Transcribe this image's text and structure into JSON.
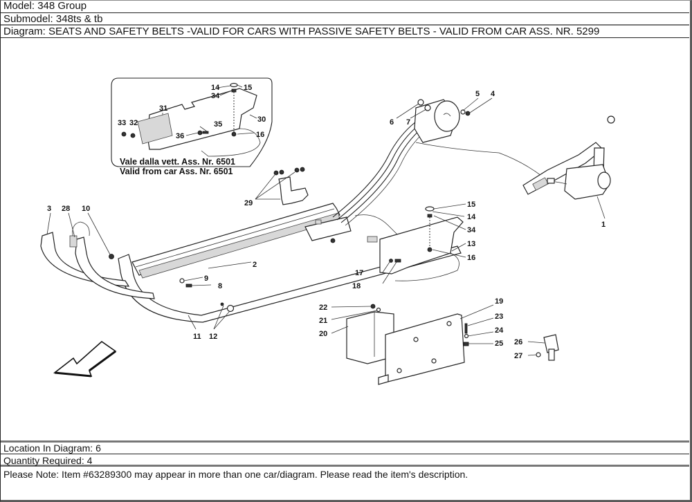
{
  "header": {
    "model": "Model: 348 Group",
    "submodel": "Submodel: 348ts & tb",
    "diagram": "Diagram: SEATS AND SAFETY BELTS -VALID FOR CARS WITH PASSIVE SAFETY BELTS - VALID FROM CAR ASS. NR. 5299"
  },
  "diagram": {
    "inset_note_it": "Vale dalla vett. Ass. Nr. 6501",
    "inset_note_en": "Valid from car Ass. Nr. 6501",
    "callouts": {
      "c1": "1",
      "c2": "2",
      "c3": "3",
      "c4": "4",
      "c5": "5",
      "c6": "6",
      "c7": "7",
      "c8": "8",
      "c9": "9",
      "c10": "10",
      "c11": "11",
      "c12": "12",
      "c13": "13",
      "c14a": "14",
      "c14b": "14",
      "c15a": "15",
      "c15b": "15",
      "c16a": "16",
      "c16b": "16",
      "c17": "17",
      "c18": "18",
      "c19": "19",
      "c20": "20",
      "c21": "21",
      "c22": "22",
      "c23": "23",
      "c24": "24",
      "c25": "25",
      "c26": "26",
      "c27": "27",
      "c28": "28",
      "c29": "29",
      "c30": "30",
      "c31": "31",
      "c32": "32",
      "c33": "33",
      "c34a": "34",
      "c34b": "34",
      "c35": "35",
      "c36": "36"
    },
    "direction_arrow": "front-direction-arrow"
  },
  "footer": {
    "location": "Location In Diagram: 6",
    "quantity": "Quantity Required: 4",
    "note": "Please Note: Item #63289300 may appear in more than one car/diagram. Please read the item's description."
  }
}
